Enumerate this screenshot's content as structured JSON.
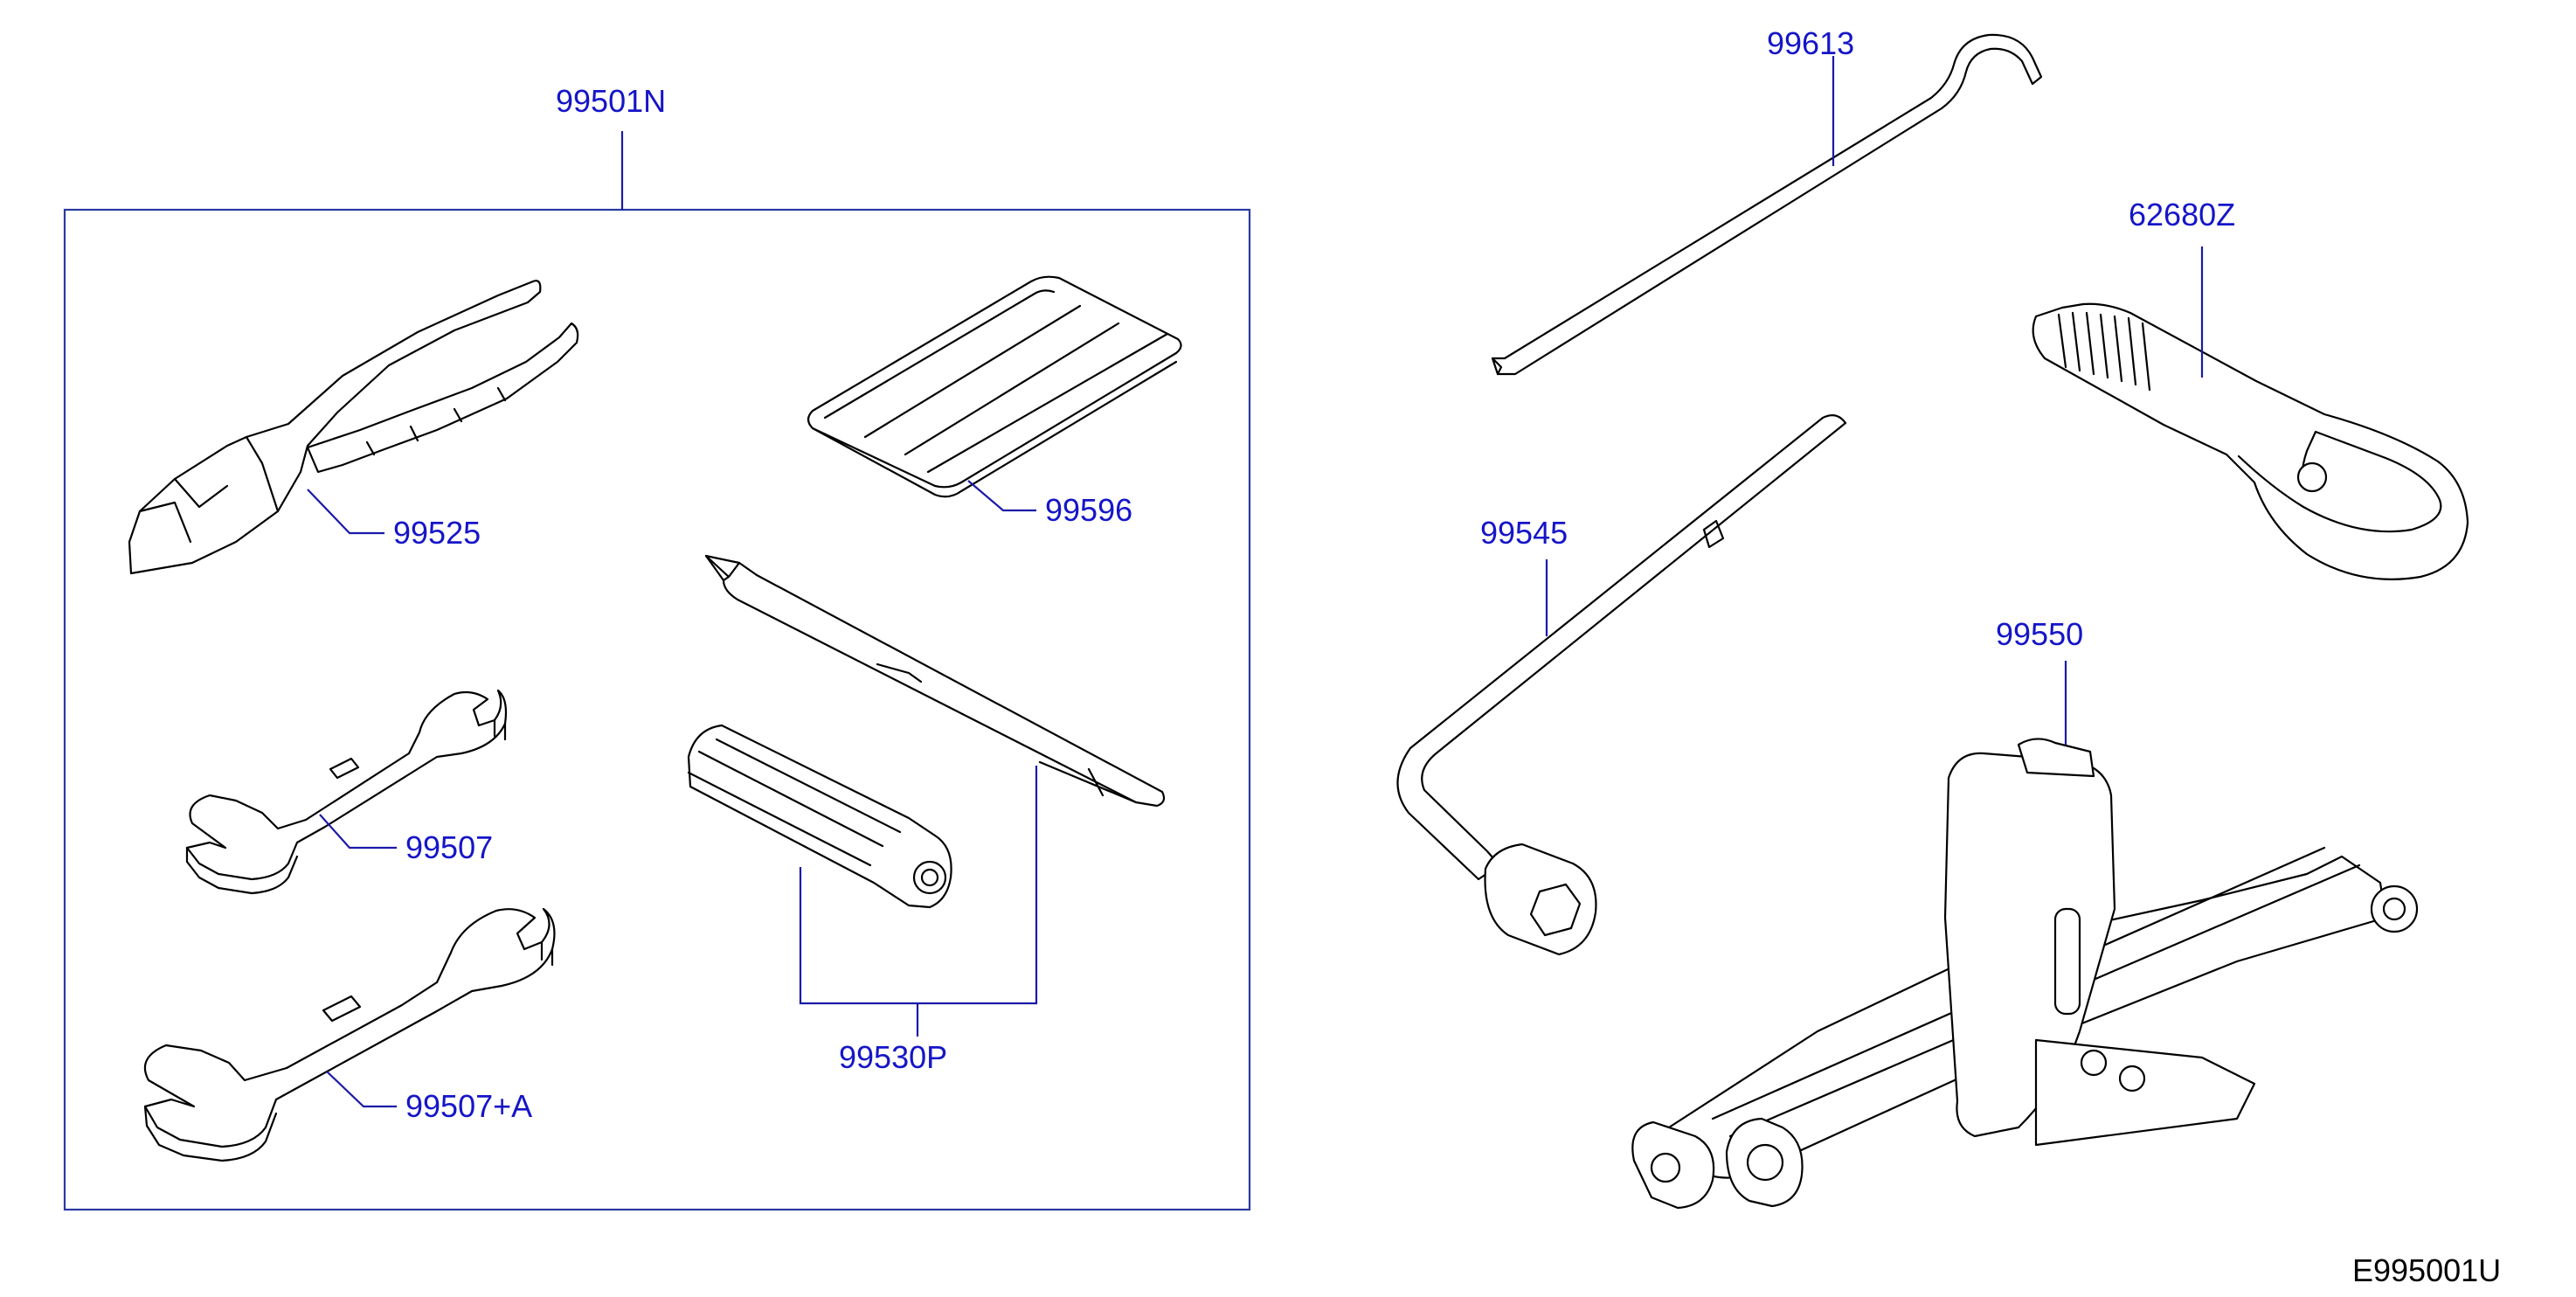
{
  "parts": {
    "kit": "99501N",
    "pliers": "99525",
    "hook_bag": "99596",
    "spanner_small": "99507",
    "spanner_large": "99507+A",
    "screwdriver_set": "99530P",
    "jack_handle_rod": "99613",
    "tow_hook": "62680Z",
    "wheel_wrench": "99545",
    "jack": "99550"
  },
  "figure_ref": "E995001U",
  "colors": {
    "callout_text": "#1515c8",
    "leader_line": "#1a1aa8",
    "kit_box": "#2a3aa0",
    "line_art": "#000000"
  }
}
